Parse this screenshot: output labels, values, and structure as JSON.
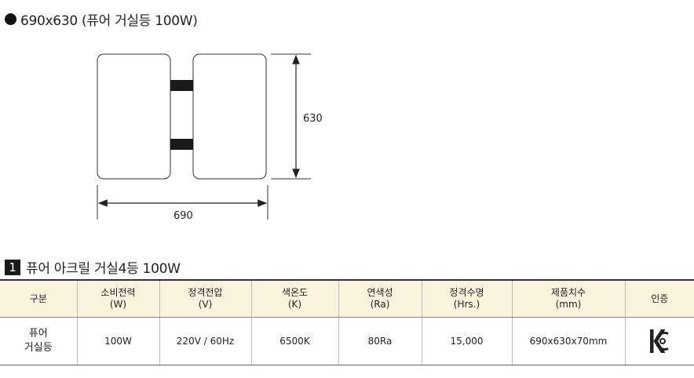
{
  "header": {
    "title": "690x630 (퓨어 거실등 100W)"
  },
  "drawing": {
    "height_label": "630",
    "width_label": "690"
  },
  "section": {
    "number": "1",
    "title": "퓨어 아크릴 거실4등 100W"
  },
  "table": {
    "headers": [
      {
        "line1": "구분",
        "line2": ""
      },
      {
        "line1": "소비전력",
        "line2": "(W)"
      },
      {
        "line1": "정격전압",
        "line2": "(V)"
      },
      {
        "line1": "색온도",
        "line2": "(K)"
      },
      {
        "line1": "연색성",
        "line2": "(Ra)"
      },
      {
        "line1": "정격수명",
        "line2": "(Hrs.)"
      },
      {
        "line1": "제품치수",
        "line2": "(mm)"
      },
      {
        "line1": "인증",
        "line2": ""
      }
    ],
    "row": {
      "name_line1": "퓨어",
      "name_line2": "거실등",
      "power": "100W",
      "voltage": "220V / 60Hz",
      "color_temp": "6500K",
      "cri": "80Ra",
      "lifespan": "15,000",
      "dimensions": "690x630x70mm",
      "certification_icon": "kc-mark-icon"
    }
  }
}
